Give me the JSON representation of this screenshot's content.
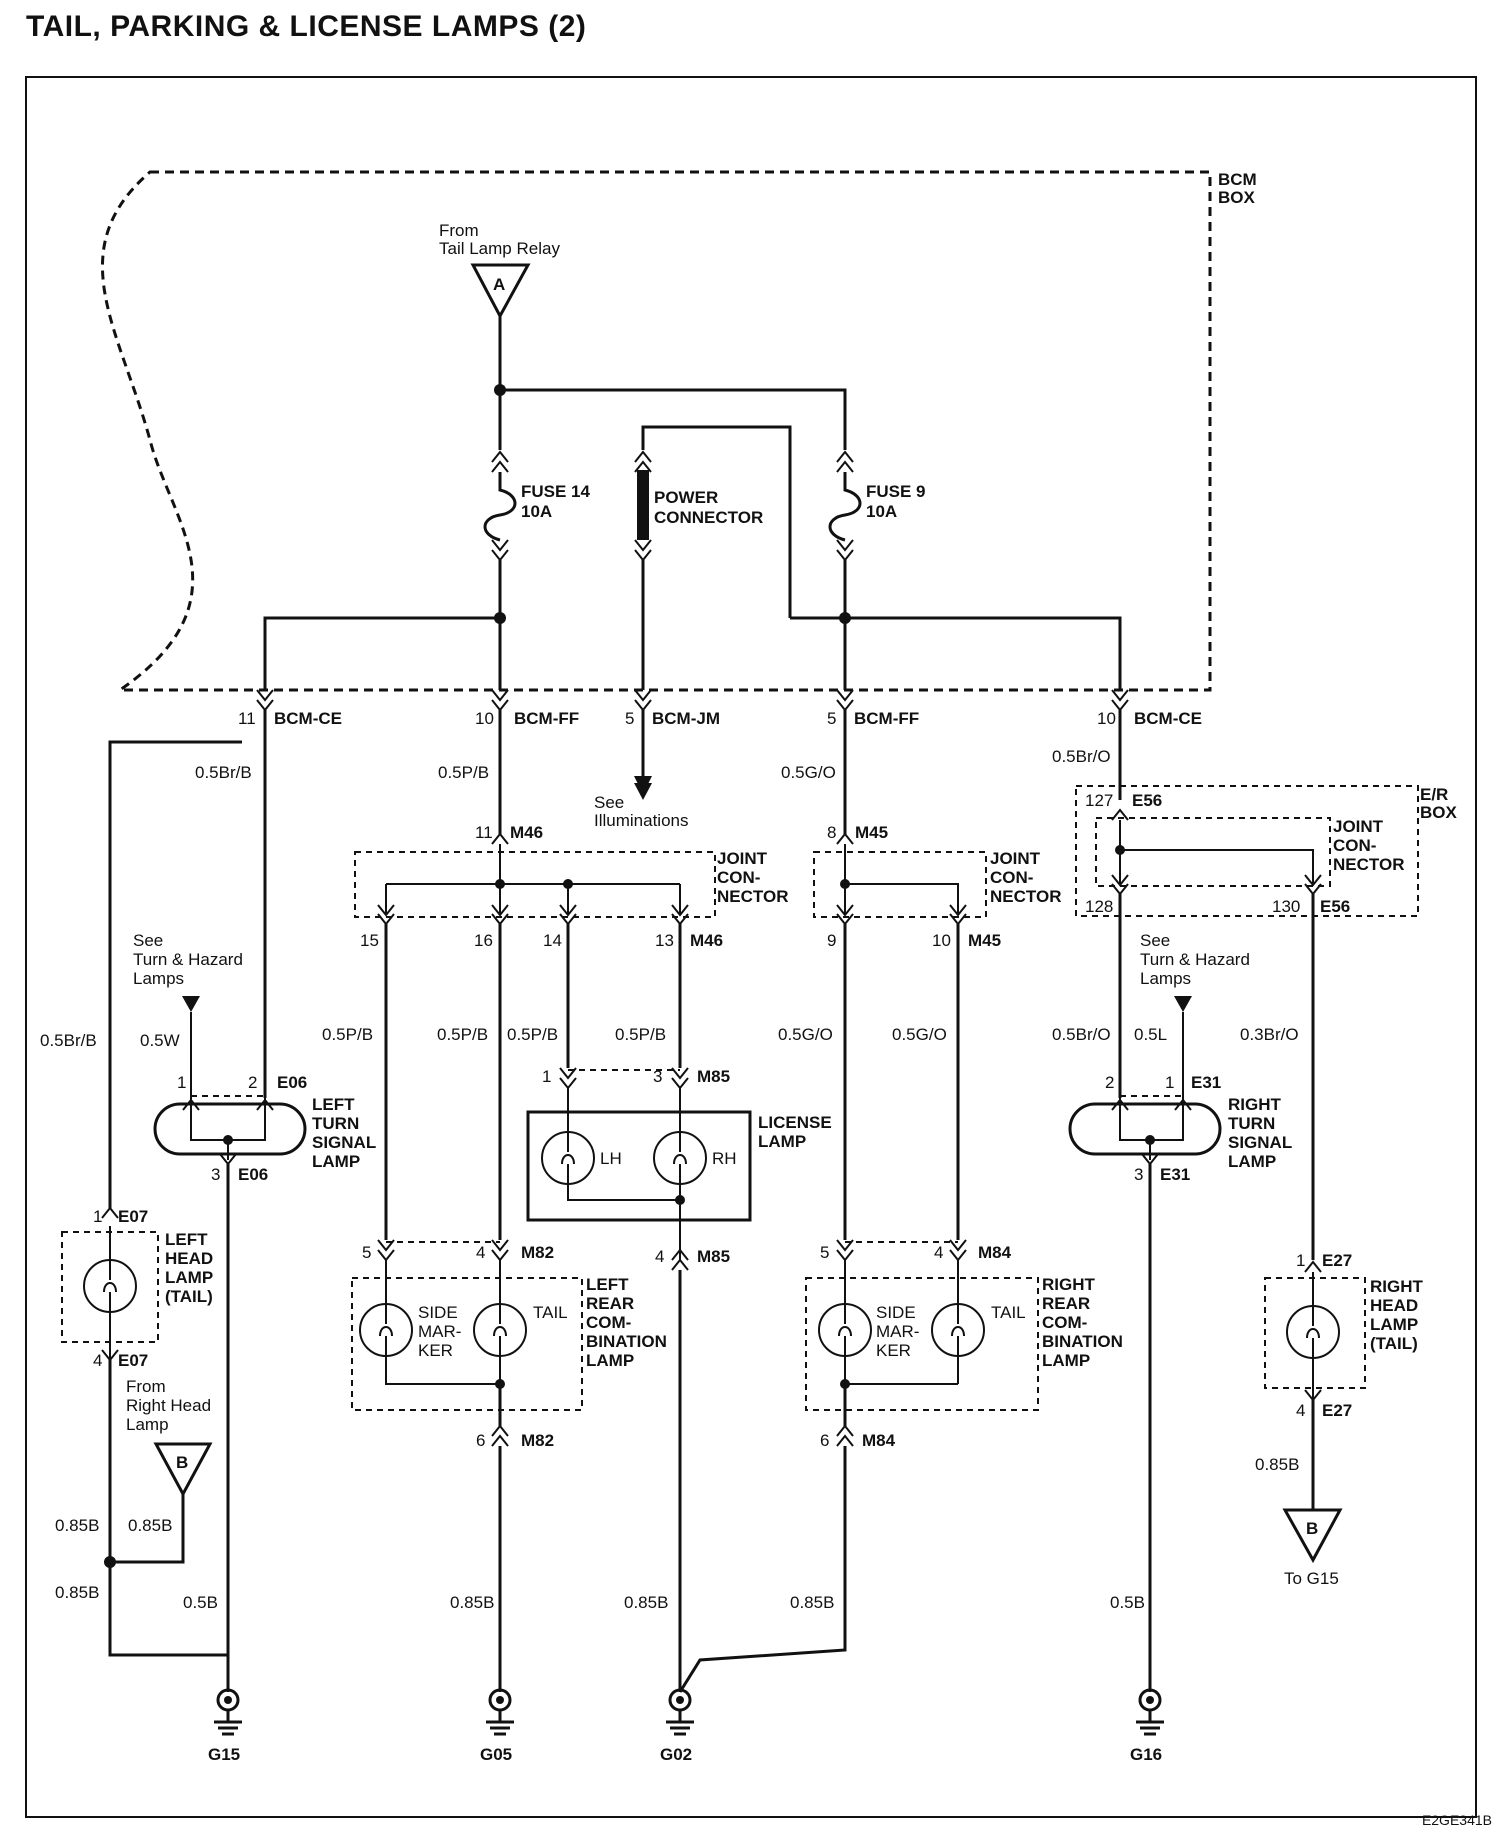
{
  "title": "TAIL, PARKING & LICENSE LAMPS (2)",
  "figure_code": "E2GE341B",
  "boxes": {
    "bcm": [
      "BCM",
      "BOX"
    ],
    "er": [
      "E/R",
      "BOX"
    ]
  },
  "source": {
    "tail_relay": [
      "From",
      "Tail Lamp Relay"
    ],
    "tail_relay_marker": "A",
    "right_head": [
      "From",
      "Right Head",
      "Lamp"
    ],
    "right_head_marker": "B",
    "to_g15_marker": "B",
    "to_g15": "To G15"
  },
  "fuses": {
    "fuse14": [
      "FUSE 14",
      "10A"
    ],
    "fuse9": [
      "FUSE 9",
      "10A"
    ],
    "power_connector": [
      "POWER",
      "CONNECTOR"
    ]
  },
  "illumination": [
    "See",
    "Illuminations"
  ],
  "turn_hazard": [
    "See",
    "Turn & Hazard",
    "Lamps"
  ],
  "bcm_pins": [
    {
      "pin": "11",
      "name": "BCM-CE"
    },
    {
      "pin": "10",
      "name": "BCM-FF"
    },
    {
      "pin": "5",
      "name": "BCM-JM"
    },
    {
      "pin": "5",
      "name": "BCM-FF"
    },
    {
      "pin": "10",
      "name": "BCM-CE"
    }
  ],
  "wires": {
    "w_05BrB": "0.5Br/B",
    "w_05PB": "0.5P/B",
    "w_05GO": "0.5G/O",
    "w_05BrO": "0.5Br/O",
    "w_05W": "0.5W",
    "w_05L": "0.5L",
    "w_03BrO": "0.3Br/O",
    "w_085B": "0.85B",
    "w_05B": "0.5B"
  },
  "joint_connector": [
    "JOINT",
    "CON-",
    "NECTOR"
  ],
  "connectors": {
    "m46": "M46",
    "m45": "M45",
    "e56": "E56",
    "m85": "M85",
    "m82": "M82",
    "m84": "M84",
    "e06": "E06",
    "e07": "E07",
    "e31": "E31",
    "e27": "E27"
  },
  "pins": {
    "p1": "1",
    "p2": "2",
    "p3": "3",
    "p4": "4",
    "p5": "5",
    "p6": "6",
    "p8": "8",
    "p9": "9",
    "p10": "10",
    "p11": "11",
    "p13": "13",
    "p14": "14",
    "p15": "15",
    "p16": "16",
    "p127": "127",
    "p128": "128",
    "p130": "130"
  },
  "lamps": {
    "left_turn": [
      "LEFT",
      "TURN",
      "SIGNAL",
      "LAMP"
    ],
    "right_turn": [
      "RIGHT",
      "TURN",
      "SIGNAL",
      "LAMP"
    ],
    "left_head": [
      "LEFT",
      "HEAD",
      "LAMP",
      "(TAIL)"
    ],
    "right_head": [
      "RIGHT",
      "HEAD",
      "LAMP",
      "(TAIL)"
    ],
    "license": [
      "LICENSE",
      "LAMP"
    ],
    "license_lh": "LH",
    "license_rh": "RH",
    "left_rear": [
      "LEFT",
      "REAR",
      "COM-",
      "BINATION",
      "LAMP"
    ],
    "right_rear": [
      "RIGHT",
      "REAR",
      "COM-",
      "BINATION",
      "LAMP"
    ],
    "side_marker": [
      "SIDE",
      "MAR-",
      "KER"
    ],
    "tail": "TAIL"
  },
  "grounds": [
    "G15",
    "G05",
    "G02",
    "G16"
  ]
}
